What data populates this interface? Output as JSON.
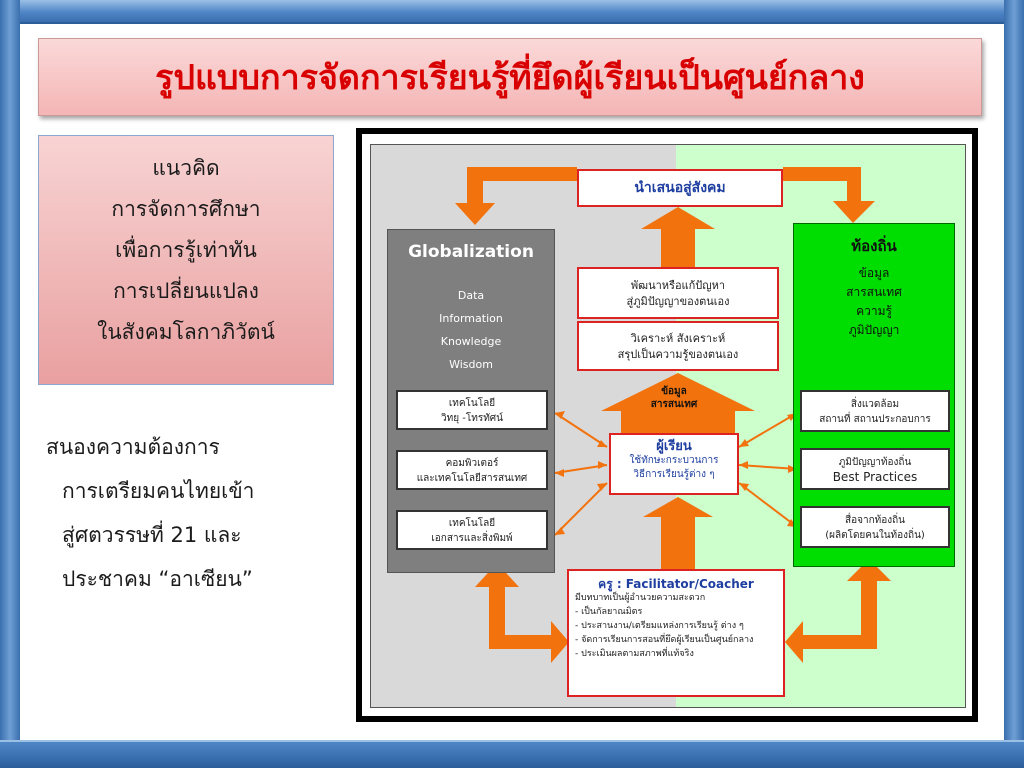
{
  "slide": {
    "title": "รูปแบบการจัดการเรียนรู้ที่ยึดผู้เรียนเป็นศูนย์กลาง",
    "concept_lines": [
      "แนวคิด",
      "การจัดการศึกษา",
      "เพื่อการรู้เท่าทัน",
      "การเปลี่ยนแปลง",
      "ในสังคมโลกาภิวัตน์"
    ],
    "need_lines": [
      "สนองความต้องการ",
      "การเตรียมคนไทยเข้า",
      "สู่ศตวรรษที่ 21 และ",
      "ประชาคม “อาเซียน”"
    ]
  },
  "diagram": {
    "present": "นำเสนอสู่สังคม",
    "develop": [
      "พัฒนาหรือแก้ปัญหา",
      "สู่ภูมิปัญญาของตนเอง"
    ],
    "analyze": [
      "วิเคราะห์ สังเคราะห์",
      "สรุปเป็นความรู้ของตนเอง"
    ],
    "info_arrow": [
      "ข้อมูล",
      "สารสนเทศ"
    ],
    "globalization": {
      "title": "Globalization",
      "items": [
        "Data",
        "Information",
        "Knowledge",
        "Wisdom"
      ],
      "tech": [
        [
          "เทคโนโลยี",
          "วิทยุ -โทรทัศน์"
        ],
        [
          "คอมพิวเตอร์",
          "และเทคโนโลยีสารสนเทศ"
        ],
        [
          "เทคโนโลยี",
          "เอกสารและสิ่งพิมพ์"
        ]
      ]
    },
    "local": {
      "title": "ท้องถิ่น",
      "items": [
        "ข้อมูล",
        "สารสนเทศ",
        "ความรู้",
        "ภูมิปัญญา"
      ],
      "sources": [
        [
          "สิ่งแวดล้อม",
          "สถานที่ สถานประกอบการ"
        ],
        [
          "ภูมิปัญญาท้องถิ่น",
          "Best Practices"
        ],
        [
          "สื่อจากท้องถิ่น",
          "(ผลิตโดยคนในท้องถิ่น)"
        ]
      ]
    },
    "learner": {
      "title": "ผู้เรียน",
      "lines": [
        "ใช้ทักษะกระบวนการ",
        "วิธีการเรียนรู้ต่าง ๆ"
      ]
    },
    "teacher": {
      "title": "ครู : Facilitator/Coacher",
      "lines": [
        "มีบทบาทเป็นผู้อำนวยความสะดวก",
        "-  เป็นกัลยาณมิตร",
        "-  ประสานงาน/เตรียมแหล่งการเรียนรู้ ต่าง ๆ",
        "-  จัดการเรียนการสอนที่ยึดผู้เรียนเป็นศูนย์กลาง",
        "-  ประเมินผลตามสภาพที่แท้จริง"
      ]
    },
    "colors": {
      "arrow": "#f2720d",
      "local_bg": "#00dd00",
      "glob_bg": "#7f7f7f",
      "title_red": "#d80000"
    }
  }
}
